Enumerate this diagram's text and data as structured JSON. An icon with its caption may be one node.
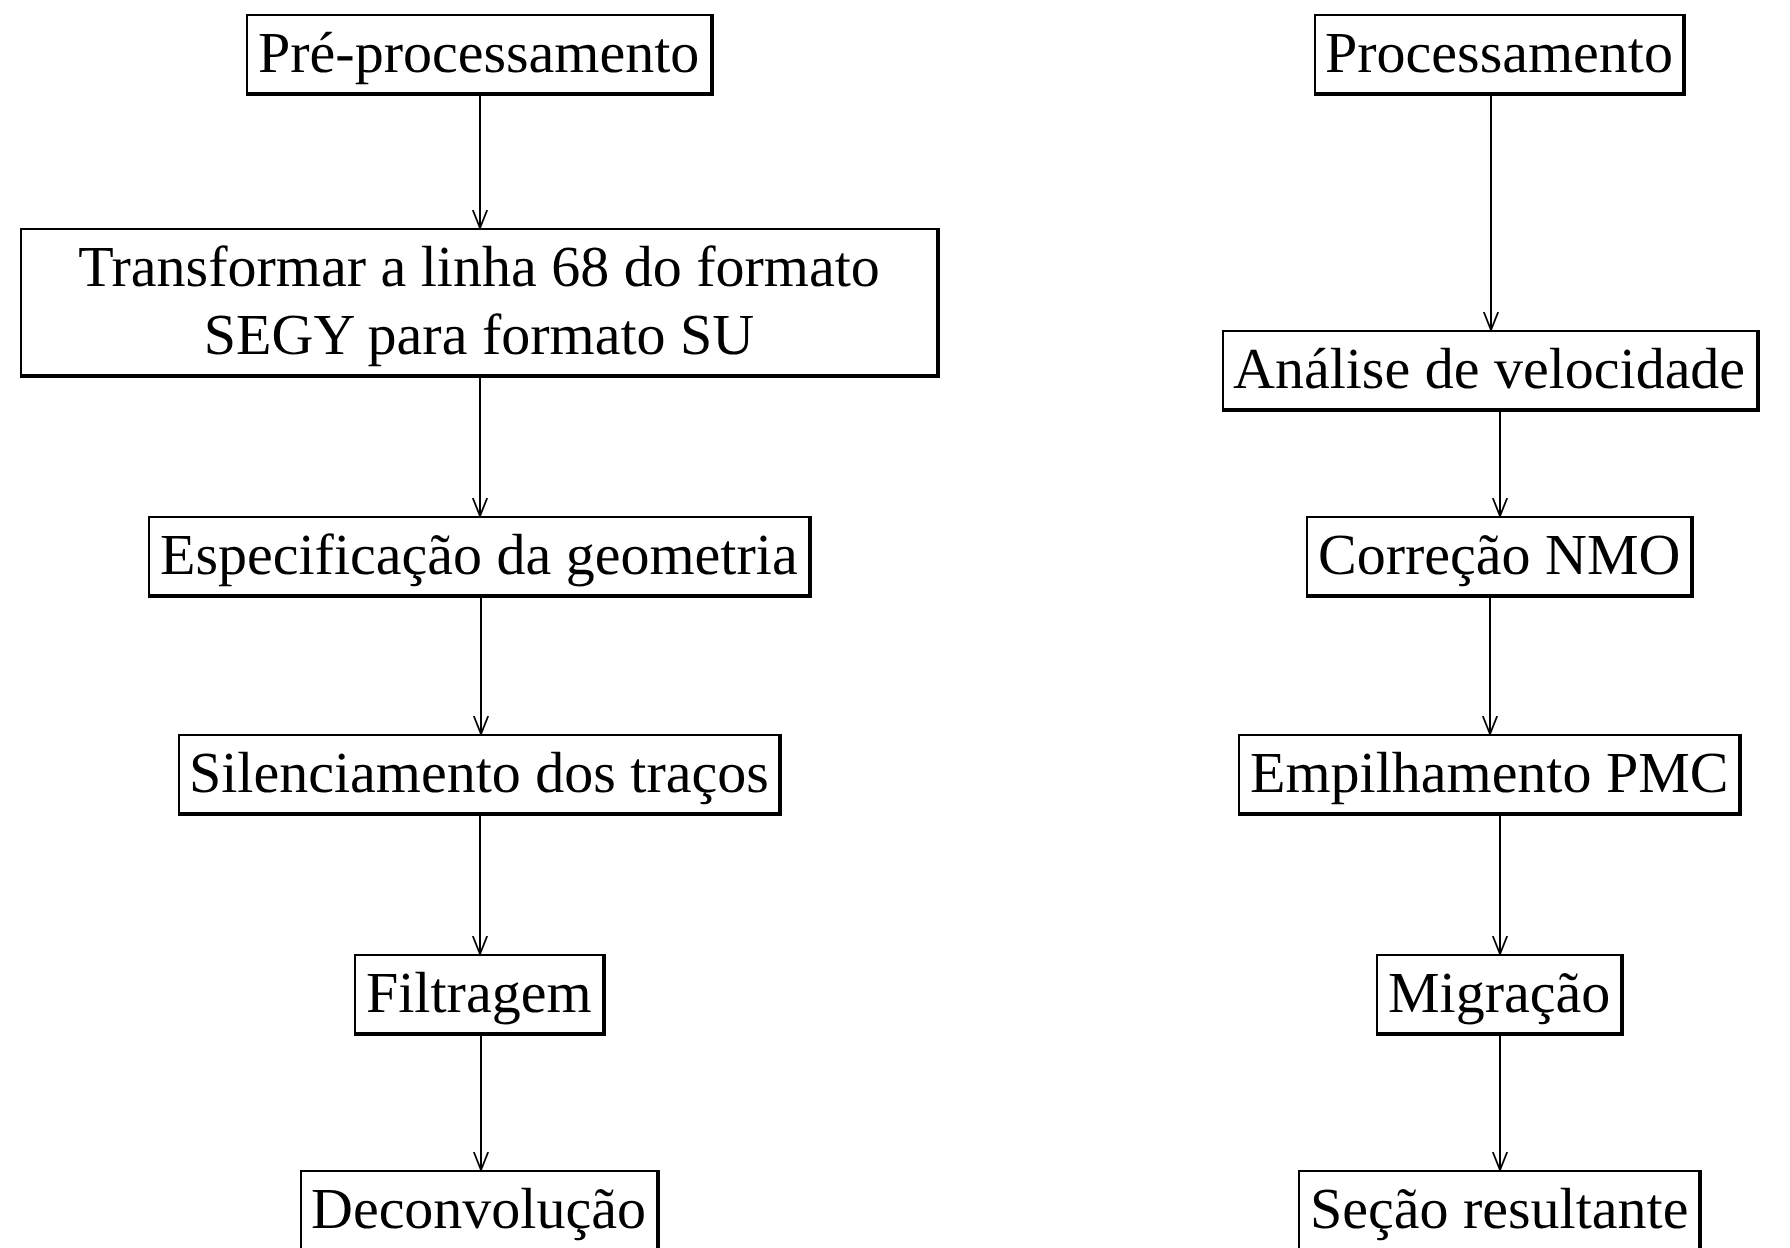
{
  "diagram": {
    "nodes": [
      {
        "text": [
          "Pré-processamento"
        ]
      },
      {
        "text": [
          "Transformar a linha 68 do formato SEGY para formato SU"
        ]
      },
      {
        "text": [
          "Especificação da geometria"
        ]
      },
      {
        "text": [
          "Silenciamento dos traços"
        ]
      },
      {
        "text": [
          "Filtragem"
        ]
      },
      {
        "text": [
          "Deconvolução"
        ]
      },
      {
        "text": [
          "Processamento"
        ]
      },
      {
        "text": [
          "Análise de velocidade"
        ]
      },
      {
        "text": [
          "Correção NMO"
        ]
      },
      {
        "text": [
          "Empilhamento PMC"
        ]
      },
      {
        "text": [
          "Migração"
        ]
      },
      {
        "text": [
          "Seção resultante"
        ]
      }
    ],
    "edges": [
      {
        "from": 0,
        "to": 1,
        "arrow": "to"
      },
      {
        "from": 1,
        "to": 2,
        "arrow": "to"
      },
      {
        "from": 2,
        "to": 3,
        "arrow": "to"
      },
      {
        "from": 3,
        "to": 4,
        "arrow": "to"
      },
      {
        "from": 4,
        "to": 5,
        "arrow": "to"
      },
      {
        "from": 6,
        "to": 7,
        "arrow": "to"
      },
      {
        "from": 7,
        "to": 8,
        "arrow": "to"
      },
      {
        "from": 8,
        "to": 9,
        "arrow": "to"
      },
      {
        "from": 9,
        "to": 10,
        "arrow": "to"
      },
      {
        "from": 10,
        "to": 11,
        "arrow": "to"
      }
    ]
  }
}
